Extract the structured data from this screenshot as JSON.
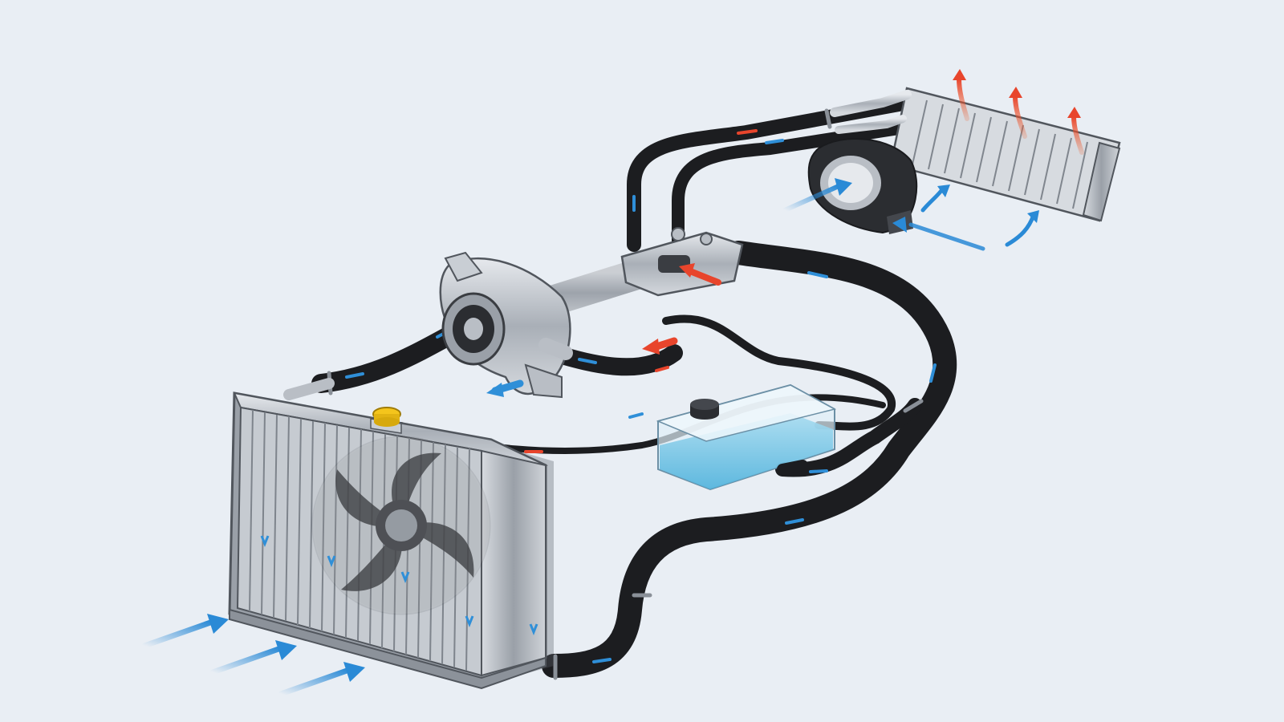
{
  "diagram": {
    "type": "engine-cooling-system",
    "labels": [],
    "components": [
      {
        "id": "radiator",
        "icon": "radiator-icon"
      },
      {
        "id": "cooling-fan",
        "icon": "fan-icon"
      },
      {
        "id": "radiator-cap",
        "icon": "cap-icon"
      },
      {
        "id": "water-pump",
        "icon": "pump-icon"
      },
      {
        "id": "thermostat-housing",
        "icon": "thermostat-icon"
      },
      {
        "id": "coolant-reservoir",
        "icon": "reservoir-icon"
      },
      {
        "id": "heater-core",
        "icon": "heater-core-icon"
      },
      {
        "id": "blower-fan",
        "icon": "blower-icon"
      }
    ],
    "colors": {
      "background": "#e9eef4",
      "hose": "#1c1d20",
      "hot_coolant": "#e8452c",
      "cold_coolant": "#2f8fd8",
      "air_flow": "#2a8ad6",
      "warm_air": "#f05a28",
      "metal": "#b9bec5",
      "coolant_fluid": "#7ccbea",
      "cap": "#f4c51c"
    }
  }
}
